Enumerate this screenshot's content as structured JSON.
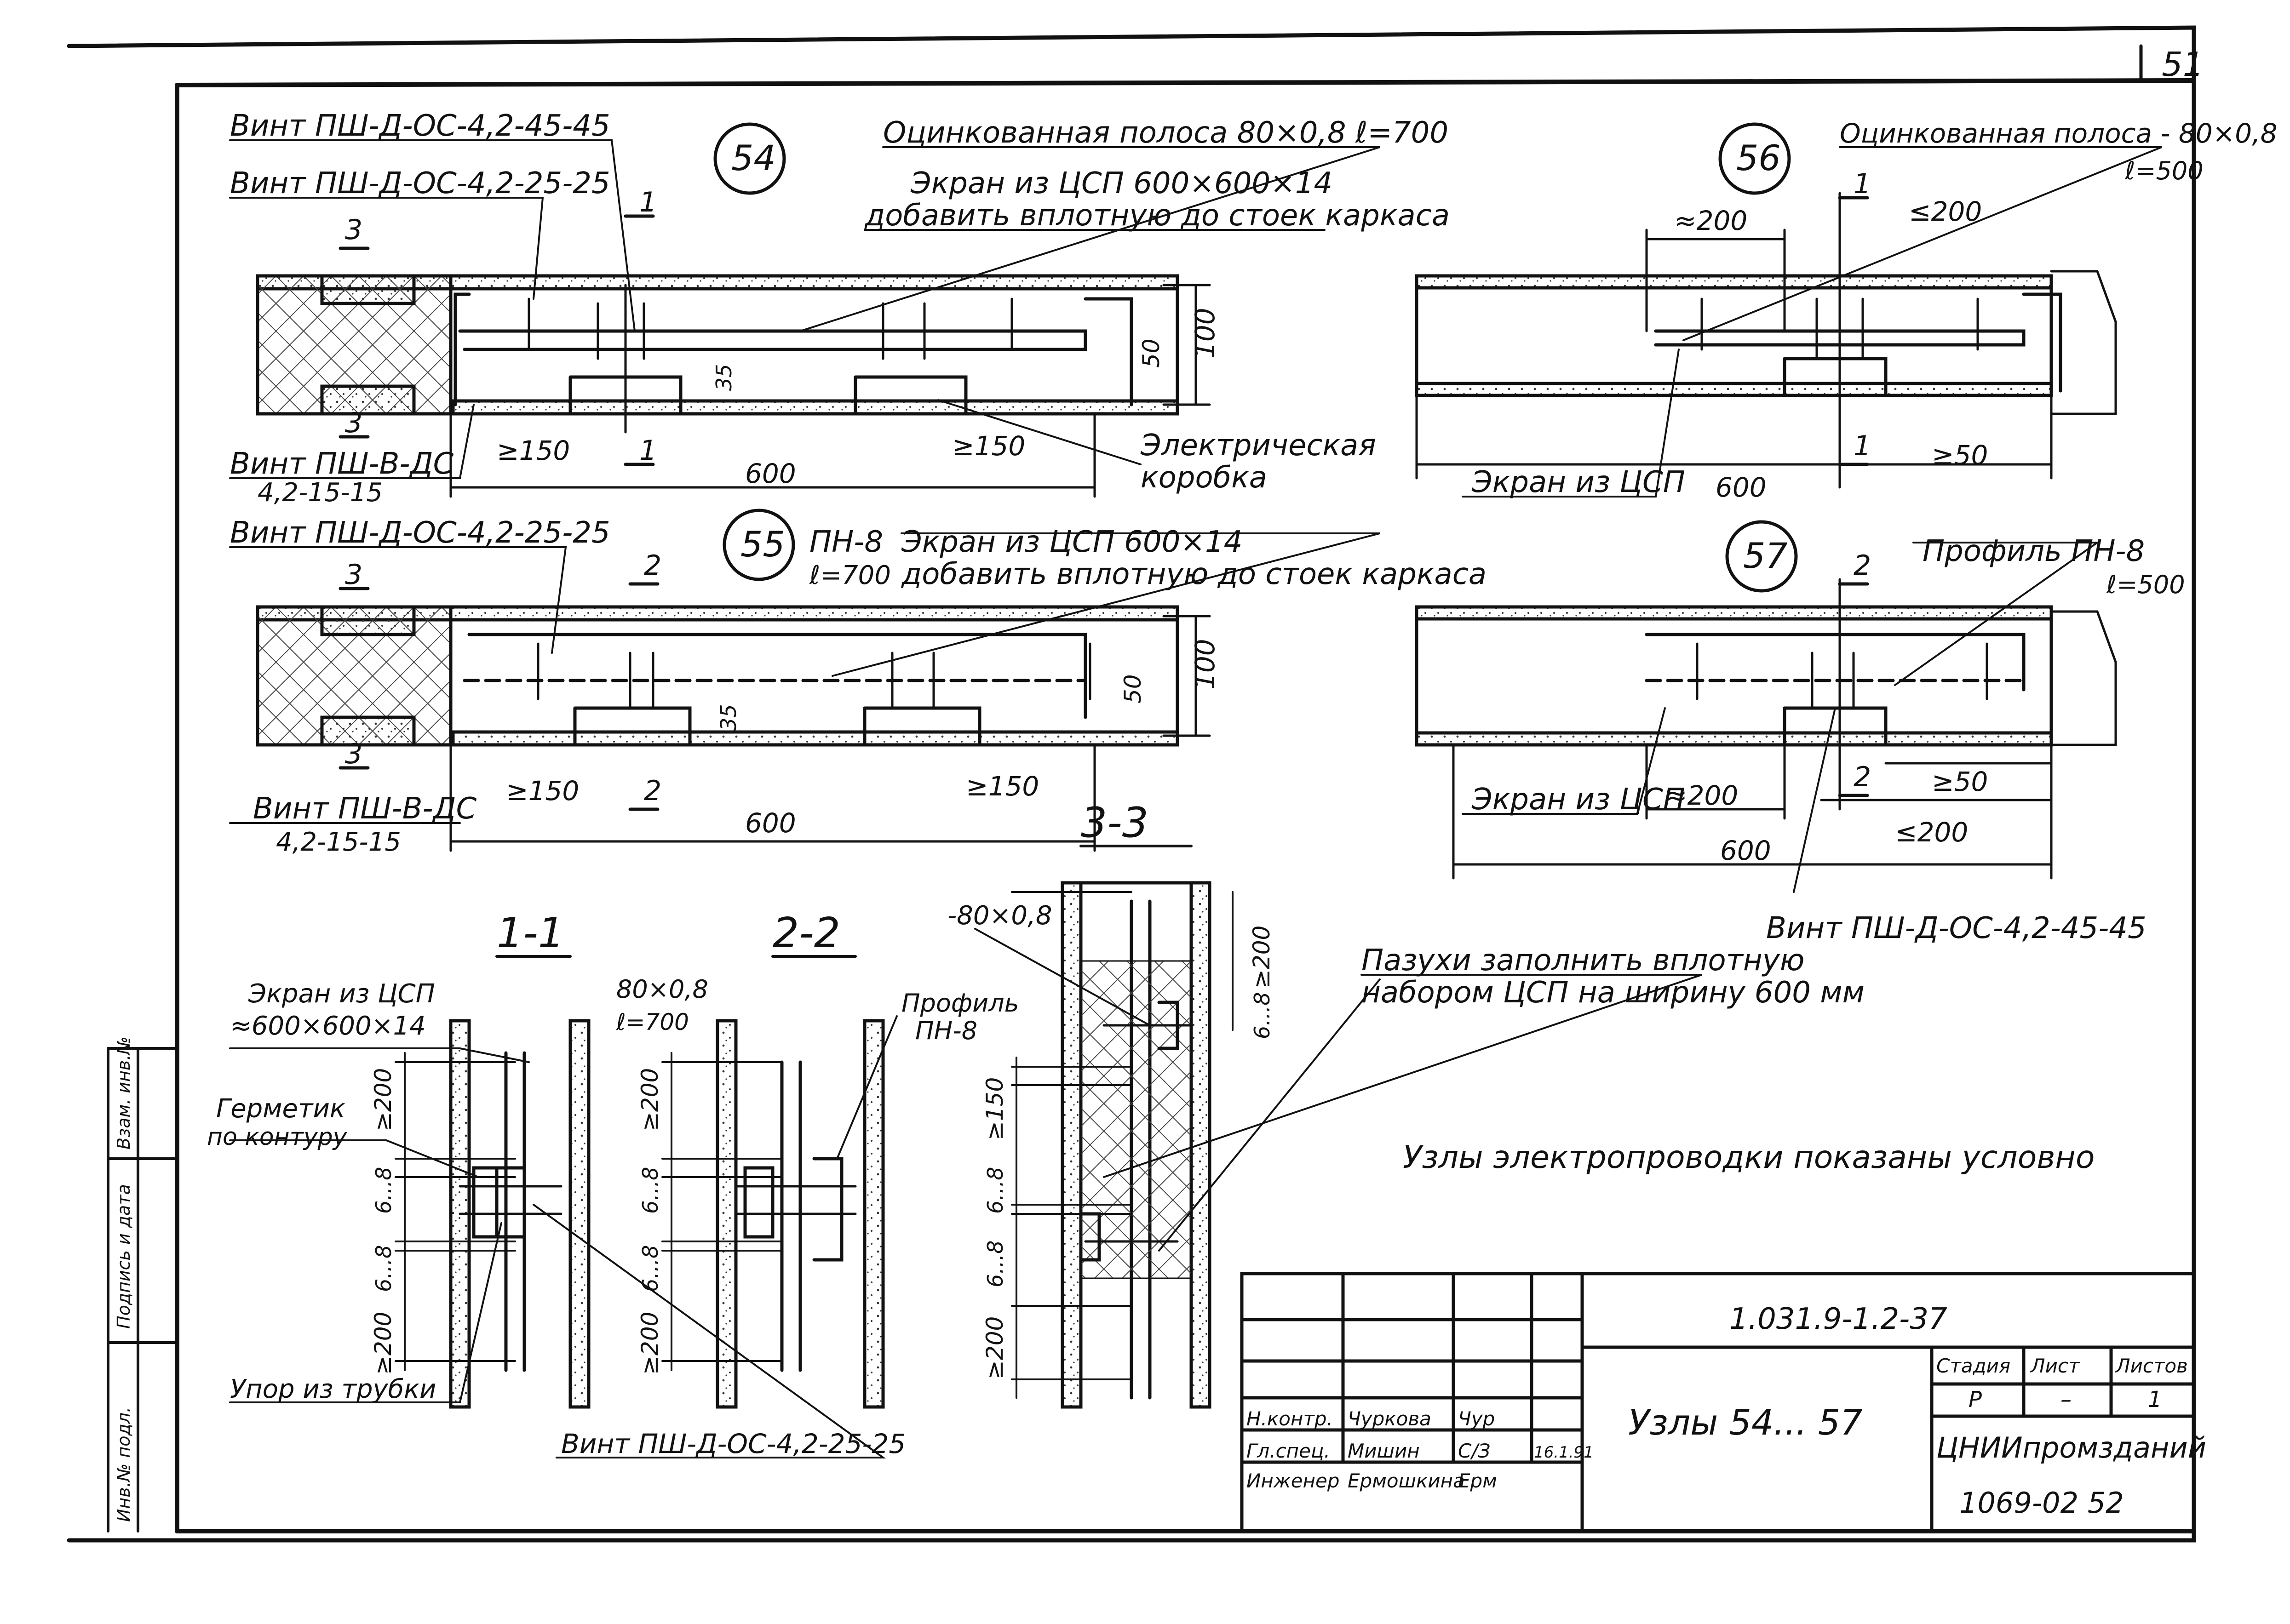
{
  "sheet_number": "51",
  "bottom_code": "1069-02 52",
  "note_conventional": "Узлы электропроводки показаны условно",
  "fill_note_line1": "Пазухи заполнить вплотную",
  "fill_note_line2": "набором ЦСП на ширину 600 мм",
  "title_block": {
    "code": "1.031.9-1.2-37",
    "sheet_title": "Узлы 54... 57",
    "col_stage": "Стадия",
    "col_sheet": "Лист",
    "col_sheets": "Листов",
    "stage": "Р",
    "sheet": "–",
    "sheets": "1",
    "organization": "ЦНИИпромзданий",
    "rows": [
      {
        "role": "Н.контр.",
        "name": "Чуркова",
        "sign": "Чур"
      },
      {
        "role": "Гл.спец.",
        "name": "Мишин",
        "sign": "С/З",
        "date": "16.1.91"
      },
      {
        "role": "Инженер",
        "name": "Ермошкина",
        "sign": "Ерм"
      }
    ]
  },
  "side_stamp": [
    "Инв.№ подл.",
    "Подпись и дата",
    "Взам. инв.№"
  ],
  "node54": {
    "number": "54",
    "labels": [
      "Винт ПШ-Д-ОС-4,2-45-45",
      "Винт ПШ-Д-ОС-4,2-25-25",
      "Оцинкованная полоса 80×0,8 ℓ=700",
      "Экран из ЦСП 600×600×14",
      "добавить вплотную до стоек каркаса",
      "Винт ПШ-В-ДС",
      "4,2-15-15",
      "Электрическая",
      "коробка"
    ],
    "dims": [
      "≥150",
      "600",
      "≥150",
      "100",
      "50",
      "35"
    ],
    "cuts": [
      "1",
      "1",
      "3",
      "3"
    ]
  },
  "node55": {
    "number": "55",
    "labels": [
      "Винт ПШ-Д-ОС-4,2-25-25",
      "ПН-8",
      "ℓ=700",
      "Экран из ЦСП 600×14",
      "добавить вплотную до стоек каркаса",
      "Винт ПШ-В-ДС",
      "4,2-15-15"
    ],
    "dims": [
      "≥150",
      "600",
      "≥150",
      "100",
      "50",
      "35"
    ],
    "cuts": [
      "2",
      "2",
      "3",
      "3"
    ]
  },
  "node56": {
    "number": "56",
    "labels": [
      "Оцинкованная полоса - 80×0,8",
      "ℓ=500",
      "Экран из ЦСП"
    ],
    "dims": [
      "≈200",
      "≤200",
      "600",
      "≥50"
    ],
    "cuts": [
      "1",
      "1"
    ]
  },
  "node57": {
    "number": "57",
    "labels": [
      "Профиль ПН-8",
      "ℓ=500",
      "Экран из ЦСП"
    ],
    "dims": [
      "≈200",
      "600",
      "≥50",
      "≤200"
    ],
    "cuts": [
      "2",
      "2"
    ]
  },
  "screw_57": "Винт ПШ-Д-ОС-4,2-45-45",
  "section_1_1": {
    "title": "1-1",
    "labels": [
      "Экран из ЦСП",
      "≈600×600×14",
      "80×0,8",
      "ℓ=700",
      "Герметик",
      "по контуру",
      "Упор из трубки"
    ],
    "dims": [
      "≥200",
      "6...8",
      "6...8",
      "≥200"
    ]
  },
  "section_2_2": {
    "title": "2-2",
    "labels": [
      "Профиль",
      "ПН-8"
    ],
    "dims": [
      "≥200",
      "6...8",
      "6...8",
      "≥200"
    ]
  },
  "section_3_3": {
    "title": "3-3",
    "labels": [
      "-80×0,8"
    ],
    "dims": [
      "≥200",
      "6...8",
      "≥150",
      "6...8",
      "6...8",
      "≥200"
    ]
  },
  "bottom_screw": "Винт ПШ-Д-ОС-4,2-25-25"
}
